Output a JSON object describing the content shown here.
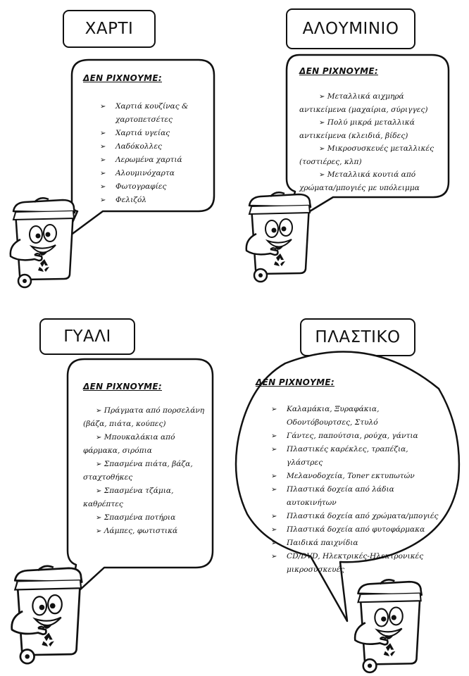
{
  "sections": {
    "paper": {
      "title": "ΧΑΡΤΙ",
      "heading": "ΔΕΝ ΡΙΧΝΟΥΜΕ:",
      "items": [
        "Χαρτιά κουζίνας & χαρτοπετσέτες",
        "Χαρτιά υγείας",
        "Λαδόκολλες",
        "Λερωμένα χαρτιά",
        "Αλουμινόχαρτα",
        "Φωτογραφίες",
        "Φελιζόλ"
      ]
    },
    "aluminium": {
      "title": "ΑΛΟΥΜΙΝΙΟ",
      "heading": "ΔΕΝ ΡΙΧΝΟΥΜΕ:",
      "items": [
        "Μεταλλικά αιχμηρά αντικείμενα (μαχαίρια, σύριγγες)",
        "Πολύ μικρά μεταλλικά αντικείμενα (κλειδιά, βίδες)",
        "Μικροσυσκευές μεταλλικές (τοστιέρες, κλπ)",
        "Μεταλλικά κουτιά από χρώματα/μπογιές με υπόλειμμα"
      ]
    },
    "glass": {
      "title": "ΓΥΑΛΙ",
      "heading": "ΔΕΝ ΡΙΧΝΟΥΜΕ:",
      "items": [
        "Πράγματα από πορσελάνη (βάζα, πιάτα, κούπες)",
        "Μπουκαλάκια από φάρμακα, σιρόπια",
        "Σπασμένα πιάτα, βάζα, σταχτοθήκες",
        "Σπασμένα τζάμια, καθρέπτες",
        "Σπασμένα ποτήρια",
        "Λάμπες, φωτιστικά"
      ]
    },
    "plastic": {
      "title": "ΠΛΑΣΤΙΚΟ",
      "heading": "ΔΕΝ ΡΙΧΝΟΥΜΕ:",
      "items": [
        "Καλαμάκια, Ξυραφάκια, Οδοντόβουρτσες, Στυλό",
        "Γάντες, παπούτσια, ρούχα, γάντια",
        "Πλαστικές καρέκλες, τραπέζια, γλάστρες",
        "Μελανοδοχεία, Toner εκτυπωτών",
        "Πλαστικά δοχεία από λάδια αυτοκινήτων",
        "Πλαστικά δοχεία από χρώματα/μπογιές",
        "Πλαστικά δοχεία από φυτοφάρμακα",
        "Παιδικά παιχνίδια",
        "CD/DVD, Ηλεκτρικές-Ηλεκτρονικές μικροσυσκευές"
      ]
    }
  },
  "bullet_glyph": "➢",
  "icons": [
    "recycle-icon",
    "bin-character"
  ]
}
